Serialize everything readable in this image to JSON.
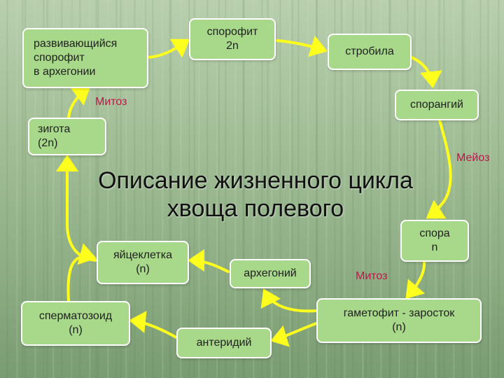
{
  "nodes": {
    "developing_sporophyte": [
      "развивающийся",
      "спорофит",
      "в архегонии"
    ],
    "sporophyte": [
      "спорофит",
      "2n"
    ],
    "strobila": [
      "стробила"
    ],
    "sporangium": [
      "спорангий"
    ],
    "zygote": [
      "зигота",
      "(2n)"
    ],
    "spore": [
      "спора",
      "n"
    ],
    "egg_cell": [
      "яйцеклетка",
      "(n)"
    ],
    "archegonium": [
      "архегоний"
    ],
    "gametophyte": [
      "гаметофит - заросток",
      "(n)"
    ],
    "sperm": [
      "сперматозоид",
      "(n)"
    ],
    "antheridium": [
      "антеридий"
    ]
  },
  "labels": {
    "mitosis_top": "Митоз",
    "meiosis": "Мейоз",
    "mitosis_bottom": "Митоз"
  },
  "title": [
    "Описание жизненного цикла",
    "хвоща полевого"
  ],
  "colors": {
    "box_fill": "#a8d88a",
    "box_border": "#ffffff",
    "arrow": "#ffff1e",
    "label": "#c0144a"
  }
}
